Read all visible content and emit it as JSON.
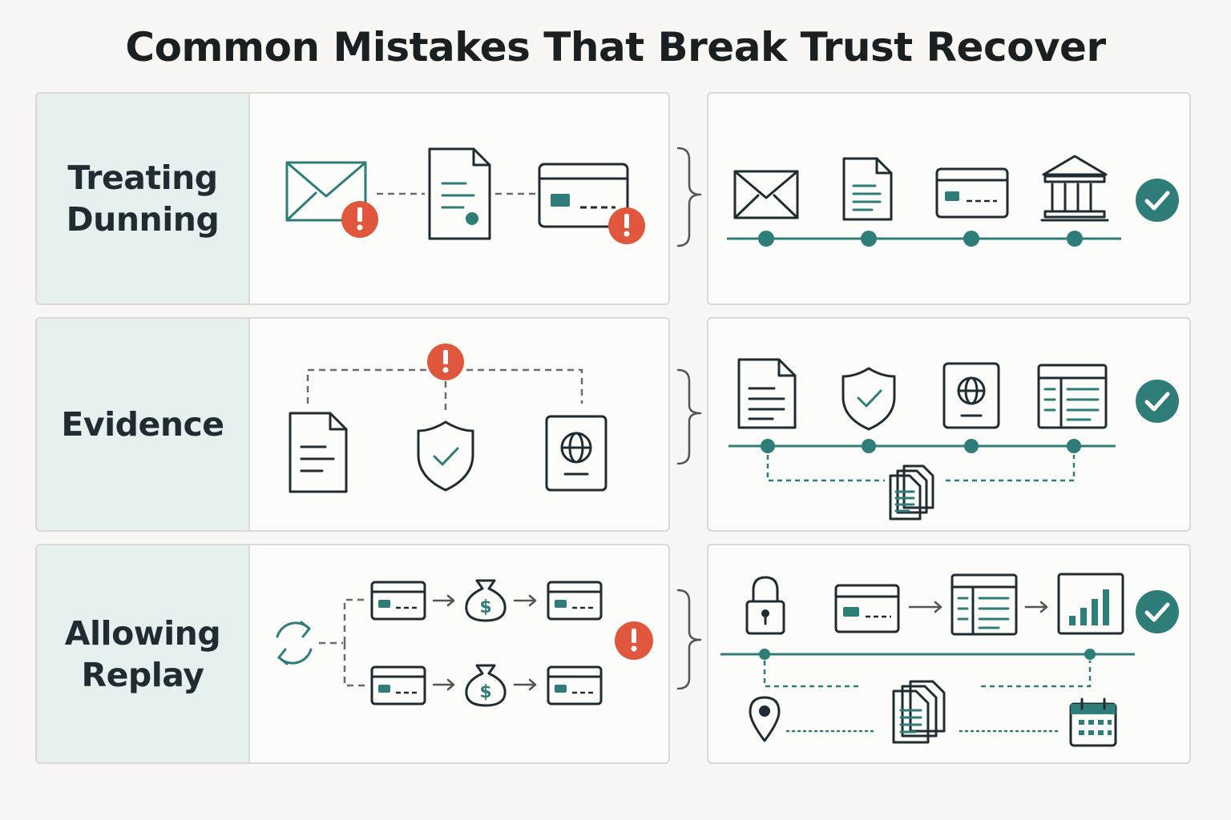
{
  "title": "Common Mistakes That Break Trust Recover",
  "colors": {
    "accent": "#2f7d78",
    "alert": "#e0573e",
    "label_bg": "#e6f1ef",
    "ink": "#1f2d33"
  },
  "rows": [
    {
      "label": "Treating\nDunning",
      "mistake_icons": [
        "envelope-icon",
        "alert-icon",
        "document-icon",
        "credit-card-icon",
        "alert-icon"
      ],
      "fix_icons": [
        "envelope-icon",
        "document-icon",
        "credit-card-icon",
        "bank-icon",
        "check-circle-icon"
      ]
    },
    {
      "label": "Evidence",
      "mistake_icons": [
        "alert-icon",
        "document-icon",
        "shield-check-icon",
        "passport-icon"
      ],
      "fix_icons": [
        "document-icon",
        "shield-check-icon",
        "passport-icon",
        "ledger-icon",
        "stacked-documents-icon",
        "check-circle-icon"
      ]
    },
    {
      "label": "Allowing\nReplay",
      "mistake_icons": [
        "refresh-icon",
        "credit-card-icon",
        "money-bag-icon",
        "credit-card-icon",
        "alert-icon"
      ],
      "fix_icons": [
        "padlock-icon",
        "credit-card-icon",
        "ledger-icon",
        "bar-chart-icon",
        "check-circle-icon",
        "map-pin-icon",
        "stacked-documents-icon",
        "calendar-icon"
      ]
    }
  ]
}
